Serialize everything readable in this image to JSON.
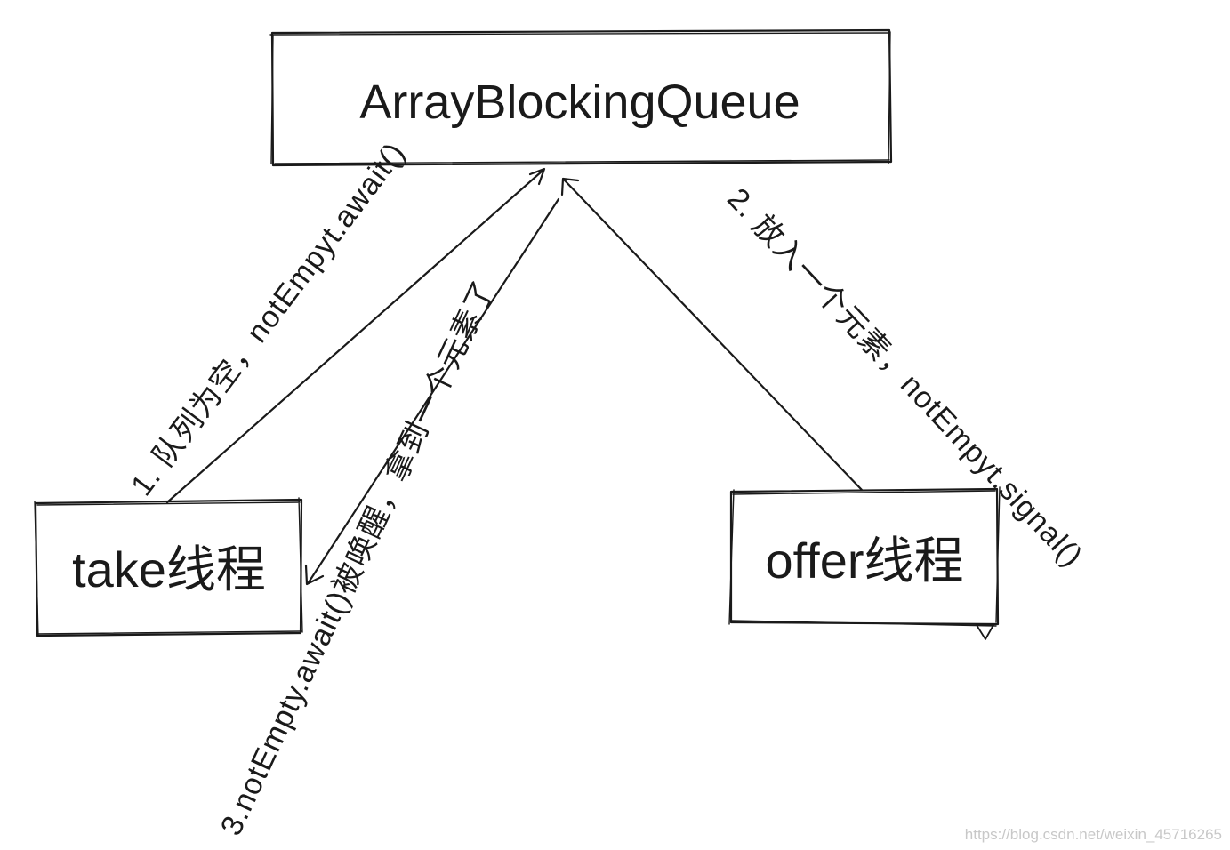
{
  "diagram": {
    "nodes": {
      "queue": {
        "label": "ArrayBlockingQueue"
      },
      "take": {
        "label": "take线程"
      },
      "offer": {
        "label": "offer线程"
      }
    },
    "edges": {
      "step1": {
        "from": "take",
        "to": "queue",
        "label": "1. 队列为空，notEmpyt.await()"
      },
      "step2": {
        "from": "offer",
        "to": "queue",
        "label": "2. 放入一个元素，notEmpyt.signal()"
      },
      "step3": {
        "from": "queue",
        "to": "take",
        "label": "3.notEmpty.await()被唤醒，拿到一个元素了"
      }
    }
  },
  "watermark": "https://blog.csdn.net/weixin_45716265"
}
